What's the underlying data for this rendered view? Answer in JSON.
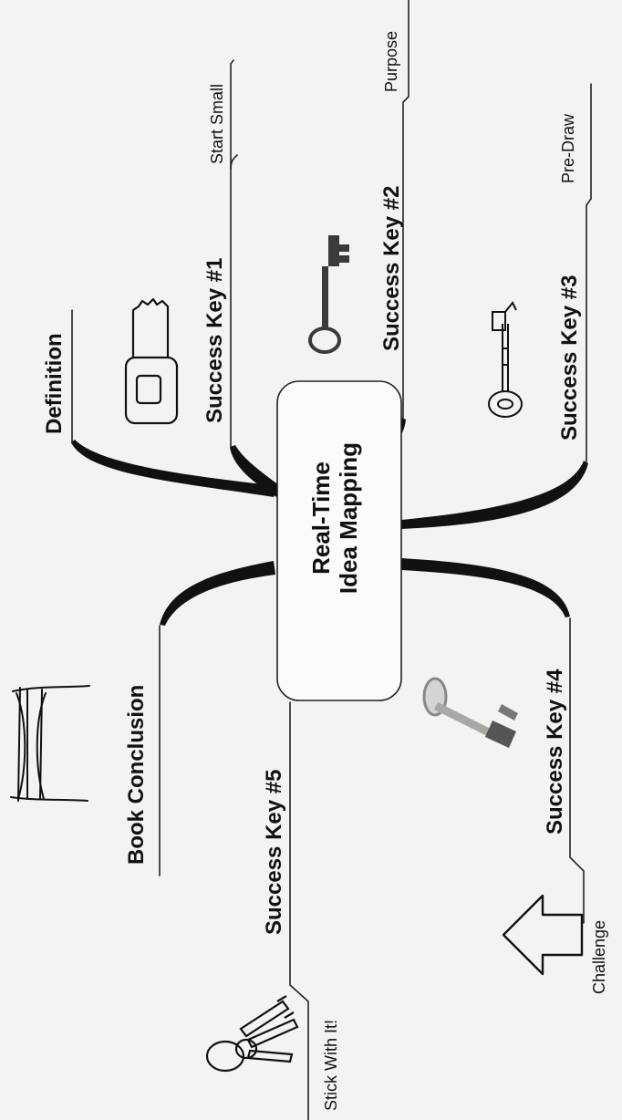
{
  "central": {
    "line1": "Real-Time",
    "line2": "Idea Mapping"
  },
  "branches": {
    "definition": "Definition",
    "key1": "Success Key #1",
    "start_small": "Start Small",
    "key2": "Success Key #2",
    "purpose": "Purpose",
    "key3": "Success Key #3",
    "pre_draw": "Pre-Draw",
    "key4": "Success Key #4",
    "challenge": "Challenge",
    "key5": "Success Key #5",
    "stick": "Stick With It!",
    "conclusion": "Book Conclusion"
  },
  "colors": {
    "ink": "#111111",
    "paper": "#f3f3f1",
    "box_fill": "#fbfbf9"
  },
  "icons": [
    "key-icon",
    "skeleton-key-icon",
    "skeleton-key-icon",
    "antique-key-icon",
    "key-ring-icon",
    "arrow-up-icon",
    "bridge-icon"
  ]
}
